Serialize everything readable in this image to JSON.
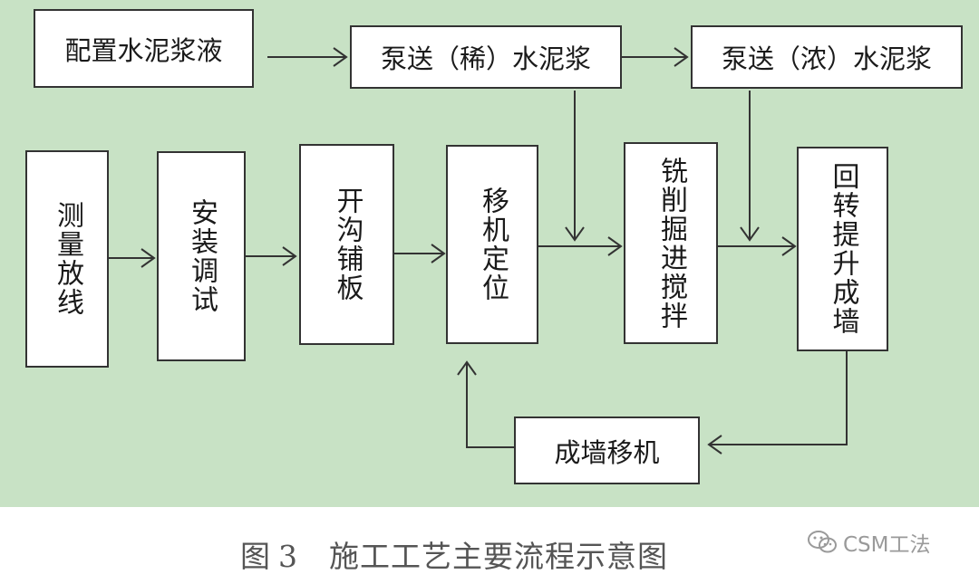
{
  "diagram": {
    "nodes": {
      "prepare_slurry": "配置水泥浆液",
      "pump_thin": "泵送（稀）水泥浆",
      "pump_thick": "泵送（浓）水泥浆",
      "survey": "测量放线",
      "install_debug": "安装调试",
      "trench_plate": "开沟铺板",
      "machine_position": "移机定位",
      "mill_mix": "铣削掘进搅拌",
      "rotate_lift": "回转提升成墙",
      "move_machine": "成墙移机"
    },
    "colors": {
      "background": "#c8e2c5",
      "box_fill": "#ffffff",
      "stroke": "#333333"
    }
  },
  "caption": {
    "figure_label": "图",
    "figure_number": "3",
    "title": "施工工艺主要流程示意图"
  },
  "watermark": {
    "icon": "wechat-icon",
    "text": "CSM工法"
  }
}
